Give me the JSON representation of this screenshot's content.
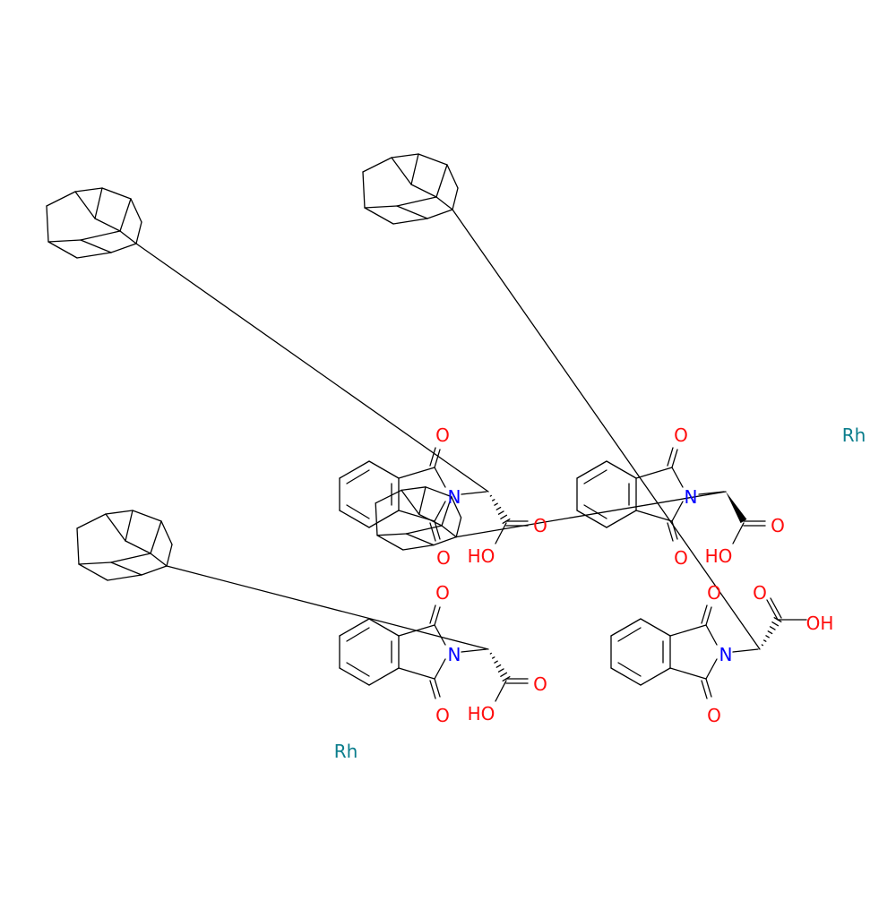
{
  "colors": {
    "bond": "#000000",
    "oxygen": "#ff0d0d",
    "nitrogen": "#0000ff",
    "rhodium": "#0a7d8c",
    "background": "#ffffff"
  },
  "labels": {
    "o_a1": "O",
    "o_a2": "O",
    "o_a3": "O",
    "oh_a": "HO",
    "n_a": "N",
    "o_b1": "O",
    "o_b2": "O",
    "o_b3": "O",
    "oh_b": "HO",
    "n_b": "N",
    "o_c1": "O",
    "o_c2": "O",
    "o_c3": "O",
    "oh_c": "HO",
    "n_c": "N",
    "o_d1": "O",
    "o_d2": "O",
    "o_d3": "O",
    "oh_d": "OH",
    "n_d": "N",
    "rh1": "Rh",
    "rh2": "Rh"
  }
}
